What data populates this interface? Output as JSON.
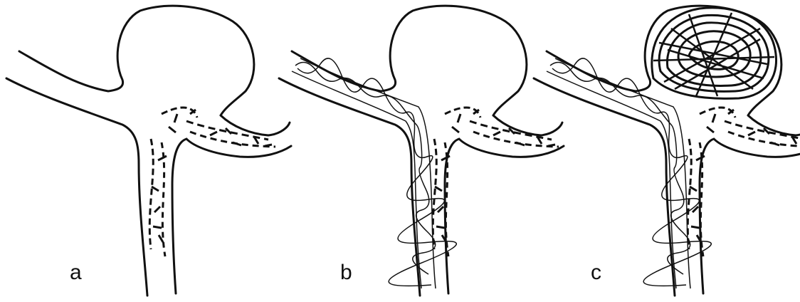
{
  "panels": [
    {
      "label": "a"
    },
    {
      "label": "b"
    },
    {
      "label": "c"
    }
  ],
  "colors": {
    "ink": "#111111",
    "background": "#ffffff"
  }
}
